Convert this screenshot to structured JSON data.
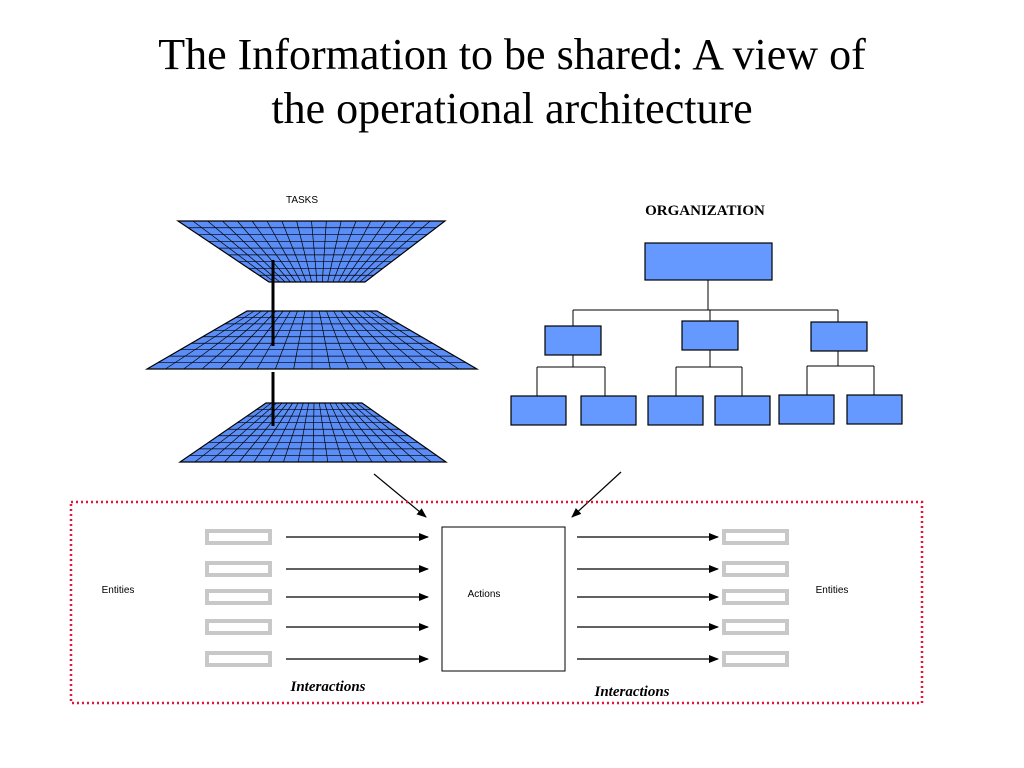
{
  "slide": {
    "title_line1": "The Information to be shared: A view of",
    "title_line2": "the operational architecture"
  },
  "diagram": {
    "tasks_label": "TASKS",
    "organization_label": "ORGANIZATION",
    "left_entities_label": "Entities",
    "right_entities_label": "Entities",
    "actions_label": "Actions",
    "left_interactions_label": "Interactions",
    "right_interactions_label": "Interactions"
  },
  "colors": {
    "plane_fill": "#5b8df7",
    "box_fill": "#6699ff",
    "entity_stroke": "#c8c8c8",
    "boundary": "#e0143c"
  }
}
